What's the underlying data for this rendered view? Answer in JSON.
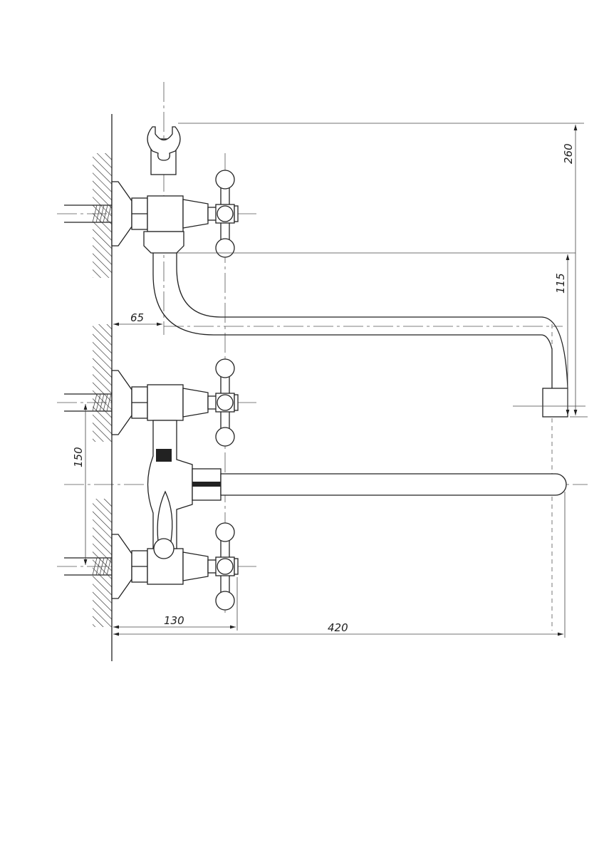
{
  "drawing": {
    "title": "Bath mixer with long spout - dimensional drawing",
    "dimensions": {
      "total_height": "260",
      "spout_height": "115",
      "wall_to_axis": "65",
      "inlet_spacing": "150",
      "wall_to_handle": "130",
      "spout_reach": "420"
    }
  }
}
